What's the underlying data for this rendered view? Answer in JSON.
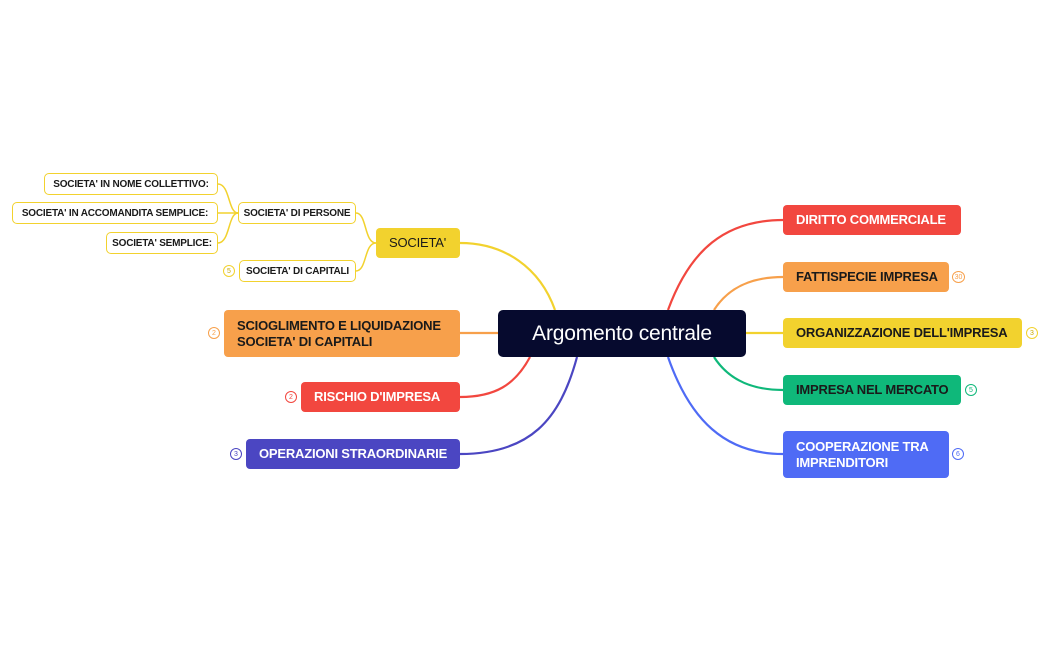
{
  "central": {
    "label": "Argomento centrale"
  },
  "right_topics": [
    {
      "label": "DIRITTO COMMERCIALE",
      "color": "#f2473f",
      "count": ""
    },
    {
      "label": "FATTISPECIE IMPRESA",
      "color": "#f7a04b",
      "count": "30"
    },
    {
      "label": "ORGANIZZAZIONE DELL'IMPRESA",
      "color": "#f2d22e",
      "count": "3"
    },
    {
      "label": "IMPRESA NEL MERCATO",
      "color": "#0fb87a",
      "count": "5"
    },
    {
      "label": "COOPERAZIONE TRA IMPRENDITORI",
      "color": "#4f6bf5",
      "count": "6"
    }
  ],
  "left_topics": [
    {
      "label": "SOCIETA'",
      "color": "#f2d22e",
      "count": ""
    },
    {
      "label": "SCIOGLIMENTO E LIQUIDAZIONE SOCIETA' DI CAPITALI",
      "color": "#f7a04b",
      "count": "2"
    },
    {
      "label": "RISCHIO D'IMPRESA",
      "color": "#f2473f",
      "count": "2"
    },
    {
      "label": "OPERAZIONI STRAORDINARIE",
      "color": "#4b46c2",
      "count": "3"
    }
  ],
  "societa_children": [
    {
      "label": "SOCIETA' DI PERSONE",
      "count": ""
    },
    {
      "label": "SOCIETA' DI CAPITALI",
      "count": "5"
    }
  ],
  "persone_children": [
    {
      "label": "SOCIETA' IN NOME COLLETTIVO:"
    },
    {
      "label": "SOCIETA' IN ACCOMANDITA SEMPLICE:"
    },
    {
      "label": "SOCIETA' SEMPLICE:"
    }
  ]
}
